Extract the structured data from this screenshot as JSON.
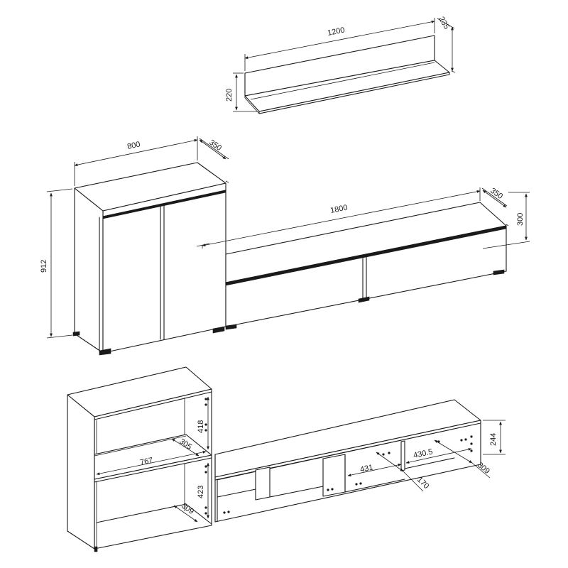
{
  "dimensions": {
    "shelf_width": "1200",
    "shelf_depth": "235",
    "shelf_height": "220",
    "cabinet_width": "800",
    "cabinet_depth": "350",
    "cabinet_height": "912",
    "tv_width": "1800",
    "tv_depth": "350",
    "tv_height": "300",
    "cab_upper_height": "418",
    "cab_upper_depth": "305",
    "cab_inner_width": "767",
    "cab_lower_height": "423",
    "cab_lower_depth": "309",
    "tv_inner_height": "244",
    "tv_comp_right_width": "430.5",
    "tv_comp_depth": "309",
    "tv_comp_mid_width": "431",
    "tv_divider_gap": "170"
  }
}
